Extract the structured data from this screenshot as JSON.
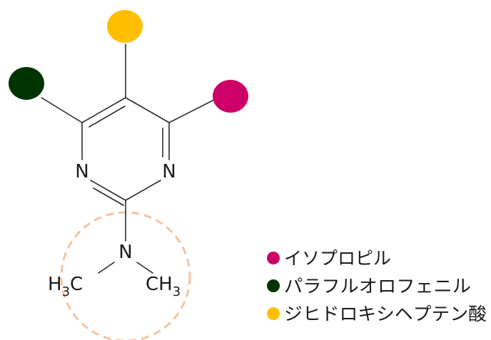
{
  "molecule": {
    "atoms": {
      "n_left": "N",
      "n_right": "N",
      "n_amine": "N",
      "methyl_left": {
        "main": "H",
        "sub": "3",
        "tail": "C"
      },
      "methyl_right": {
        "main": "CH",
        "sub": "3"
      }
    },
    "substituent_dots": [
      {
        "name": "substituent-dot-isopropyl",
        "color": "#CC0066"
      },
      {
        "name": "substituent-dot-paraphenyl",
        "color": "#003300"
      },
      {
        "name": "substituent-dot-dihydroxy",
        "color": "#FFBF00"
      }
    ],
    "highlight_circle_color": "#F5C4A0"
  },
  "legend": {
    "items": [
      {
        "label": "イソプロピル",
        "color": "#CC0066"
      },
      {
        "label": "パラフルオロフェニル",
        "color": "#003300"
      },
      {
        "label": "ジヒドロキシヘプテン酸",
        "color": "#FFBF00"
      }
    ]
  }
}
